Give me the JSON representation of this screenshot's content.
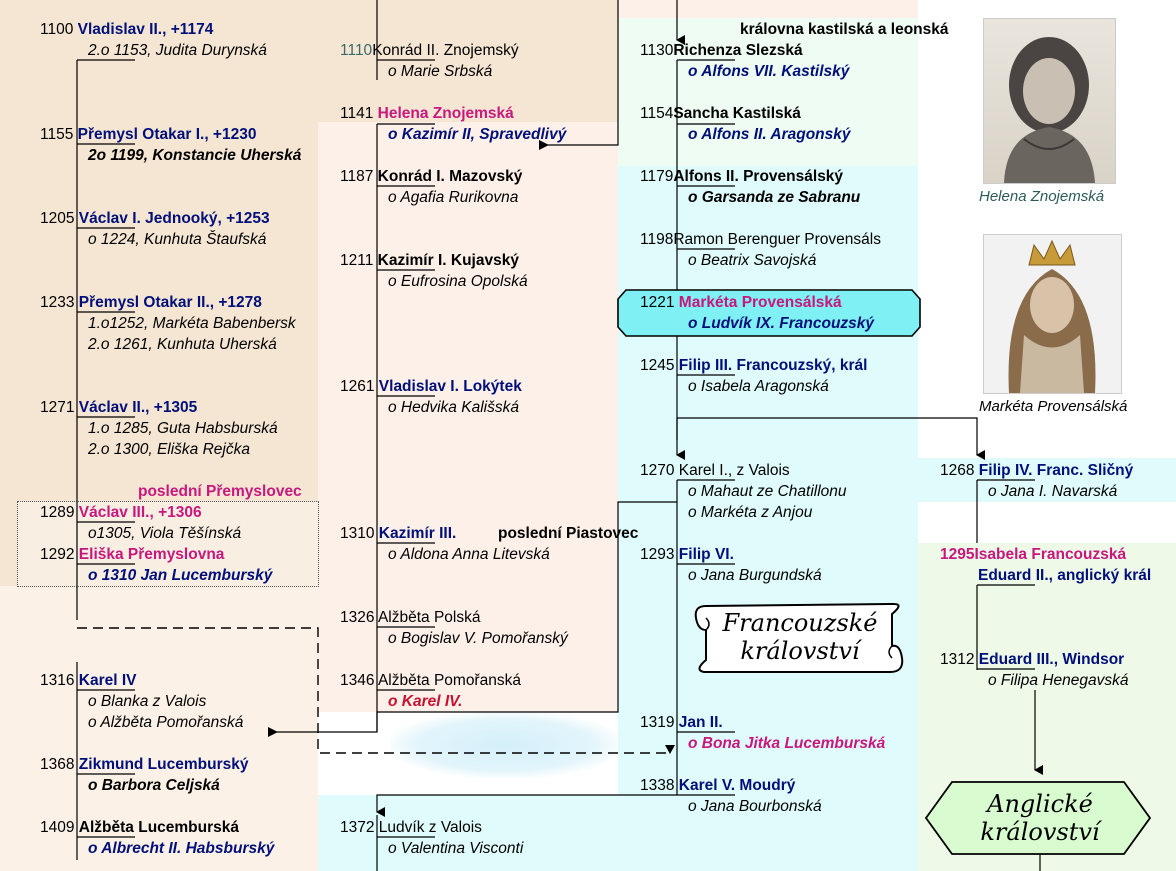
{
  "col1": [
    {
      "year": "1100",
      "name": "Vladislav II., +1174",
      "name_color": "navy",
      "spouse": "2.o 1153, Judita Durynská",
      "spouse_style": "sp"
    },
    {
      "year": "1155",
      "name": "Přemysl Otakar I., +1230",
      "name_color": "navy",
      "spouse": "2o 1199, Konstancie Uherská",
      "spouse_style": "spb"
    },
    {
      "year": "1205",
      "name": "Václav I. Jednooký, +1253",
      "name_color": "navy",
      "spouse": "o 1224, Kunhuta Štaufská",
      "spouse_style": "sp"
    },
    {
      "year": "1233",
      "name": "Přemysl Otakar II., +1278",
      "name_color": "navy",
      "spouse": "1.o1252, Markéta Babenbersk",
      "spouse2": "2.o 1261, Kunhuta Uherská",
      "spouse_style": "sp"
    },
    {
      "year": "1271",
      "name": "Václav II., +1305",
      "name_color": "navy",
      "spouse": "1.o 1285, Guta Habsburská",
      "spouse2": "2.o 1300, Eliška Rejčka",
      "spouse_style": "sp"
    },
    {
      "year": "1289",
      "name": "Václav III., +1306",
      "name_color": "pink",
      "spouse": "o1305, Viola Těšínská",
      "spouse_style": "sp"
    },
    {
      "year": "1292",
      "name": "Eliška Přemyslovna",
      "name_color": "pink",
      "spouse": "o 1310 Jan Lucemburský",
      "spouse_style": "spb navy"
    },
    {
      "year": "1316",
      "name": "Karel IV",
      "name_color": "navy",
      "spouse": "o Blanka z Valois",
      "spouse2": "o Alžběta Pomořanská",
      "spouse_style": "sp"
    },
    {
      "year": "1368",
      "name": "Zikmund Lucemburský",
      "name_color": "navy",
      "spouse": "o Barbora Celjská",
      "spouse_style": "spb"
    },
    {
      "year": "1409",
      "name": "Alžběta Lucemburská",
      "name_color": "black",
      "spouse": "o Albrecht II. Habsburský",
      "spouse_style": "spb navy"
    }
  ],
  "col1_note": "poslední Přemyslovec",
  "col2": [
    {
      "year": "1110",
      "name": "Konrád II. Znojemský",
      "name_color": "plain",
      "spouse": "o Marie Srbská",
      "spouse_style": "sp"
    },
    {
      "year": "1141",
      "name": "Helena Znojemská",
      "name_color": "pink",
      "spouse": "o Kazimír II, Spravedlivý",
      "spouse_style": "spb navy"
    },
    {
      "year": "1187",
      "name": "Konrád I. Mazovský",
      "name_color": "black",
      "spouse": "o Agafia Rurikovna",
      "spouse_style": "sp"
    },
    {
      "year": "1211",
      "name": "Kazimír I. Kujavský",
      "name_color": "black",
      "spouse": "o Eufrosina Opolská",
      "spouse_style": "sp"
    },
    {
      "year": "1261",
      "name": "Vladislav I. Lokýtek",
      "name_color": "navy",
      "spouse": "o Hedvika Kališská",
      "spouse_style": "sp"
    },
    {
      "year": "1310",
      "name": "Kazimír III.",
      "name_color": "navy",
      "spouse": "o Aldona Anna Litevská",
      "spouse_style": "sp"
    },
    {
      "year": "1326",
      "name": "Alžběta Polská",
      "name_color": "plain",
      "spouse": "o Bogislav V. Pomořanský",
      "spouse_style": "sp"
    },
    {
      "year": "1346",
      "name": "Alžběta Pomořanská",
      "name_color": "plain",
      "spouse": "o Karel IV.",
      "spouse_style": "spb red"
    },
    {
      "year": "1372",
      "name": "Ludvík z Valois",
      "name_color": "plain",
      "spouse": "o Valentina Visconti",
      "spouse_style": "sp"
    }
  ],
  "col2_note": "poslední Piastovec",
  "col3_header": "královna kastilská a leonská",
  "col3": [
    {
      "year": "1130",
      "name": "Richenza Slezská",
      "name_color": "black",
      "spouse": "o Alfons VII. Kastilský",
      "spouse_style": "spb navy"
    },
    {
      "year": "1154",
      "name": "Sancha Kastilská",
      "name_color": "mixed",
      "spouse": "o Alfons II. Aragonský",
      "spouse_style": "spb navy"
    },
    {
      "year": "1179",
      "name": "Alfons II. Provensálský",
      "name_color": "black",
      "spouse": "o Garsanda ze Sabranu",
      "spouse_style": "spb"
    },
    {
      "year": "1198",
      "name": "Ramon Berenguer Provensáls",
      "name_color": "plain",
      "spouse": "o Beatrix Savojská",
      "spouse_style": "sp"
    },
    {
      "year": "1221",
      "name": "Markéta Provensálská",
      "name_color": "pink",
      "spouse": "o Ludvík IX. Francouzský",
      "spouse_style": "spb navy"
    },
    {
      "year": "1245",
      "name": "Filip III. Francouzský,  král",
      "name_color": "navy",
      "spouse": "o Isabela Aragonská",
      "spouse_style": "sp"
    },
    {
      "year": "1270",
      "name": "Karel I., z Valois",
      "name_color": "plain",
      "spouse": "o Mahaut ze Chatillonu",
      "spouse2": "o Markéta z Anjou",
      "spouse_style": "sp"
    },
    {
      "year": "1293",
      "name": "Filip VI.",
      "name_color": "navy",
      "spouse": "o Jana Burgundská",
      "spouse_style": "sp"
    },
    {
      "year": "1319",
      "name": "Jan II.",
      "name_color": "navy",
      "spouse": "o Bona Jitka Lucemburská",
      "spouse_style": "spb pink"
    },
    {
      "year": "1338",
      "name": "Karel V. Moudrý",
      "name_color": "navy",
      "spouse": "o Jana Bourbonská",
      "spouse_style": "sp"
    }
  ],
  "col4": [
    {
      "year": "1268",
      "name": "Filip IV. Franc. Sličný",
      "name_color": "navy",
      "spouse": "o Jana I. Navarská",
      "spouse_style": "sp"
    },
    {
      "year": "1295",
      "name": "Isabela Francouzská",
      "name_color": "pink",
      "spouse": "Eduard II., anglický král",
      "spouse_style": "nm navy"
    },
    {
      "year": "1312",
      "name": "Eduard III., Windsor",
      "name_color": "navy",
      "spouse": "o Filipa Henegavská",
      "spouse_style": "sp"
    }
  ],
  "portraits": [
    {
      "caption": "Helena Znojemská"
    },
    {
      "caption": "Markéta Provensálská"
    }
  ],
  "kingdoms": {
    "french": "Francouzské království",
    "english": "Anglické království"
  },
  "colors": {
    "col1_bg": "#f5e6d3",
    "col2_bg": "#fdf0e8",
    "col3_bg": "#eefcf4",
    "cyan_bg": "#e0fbfb",
    "green_bg": "#eef9e8",
    "navy": "#000f7a",
    "pink": "#c8177e"
  }
}
